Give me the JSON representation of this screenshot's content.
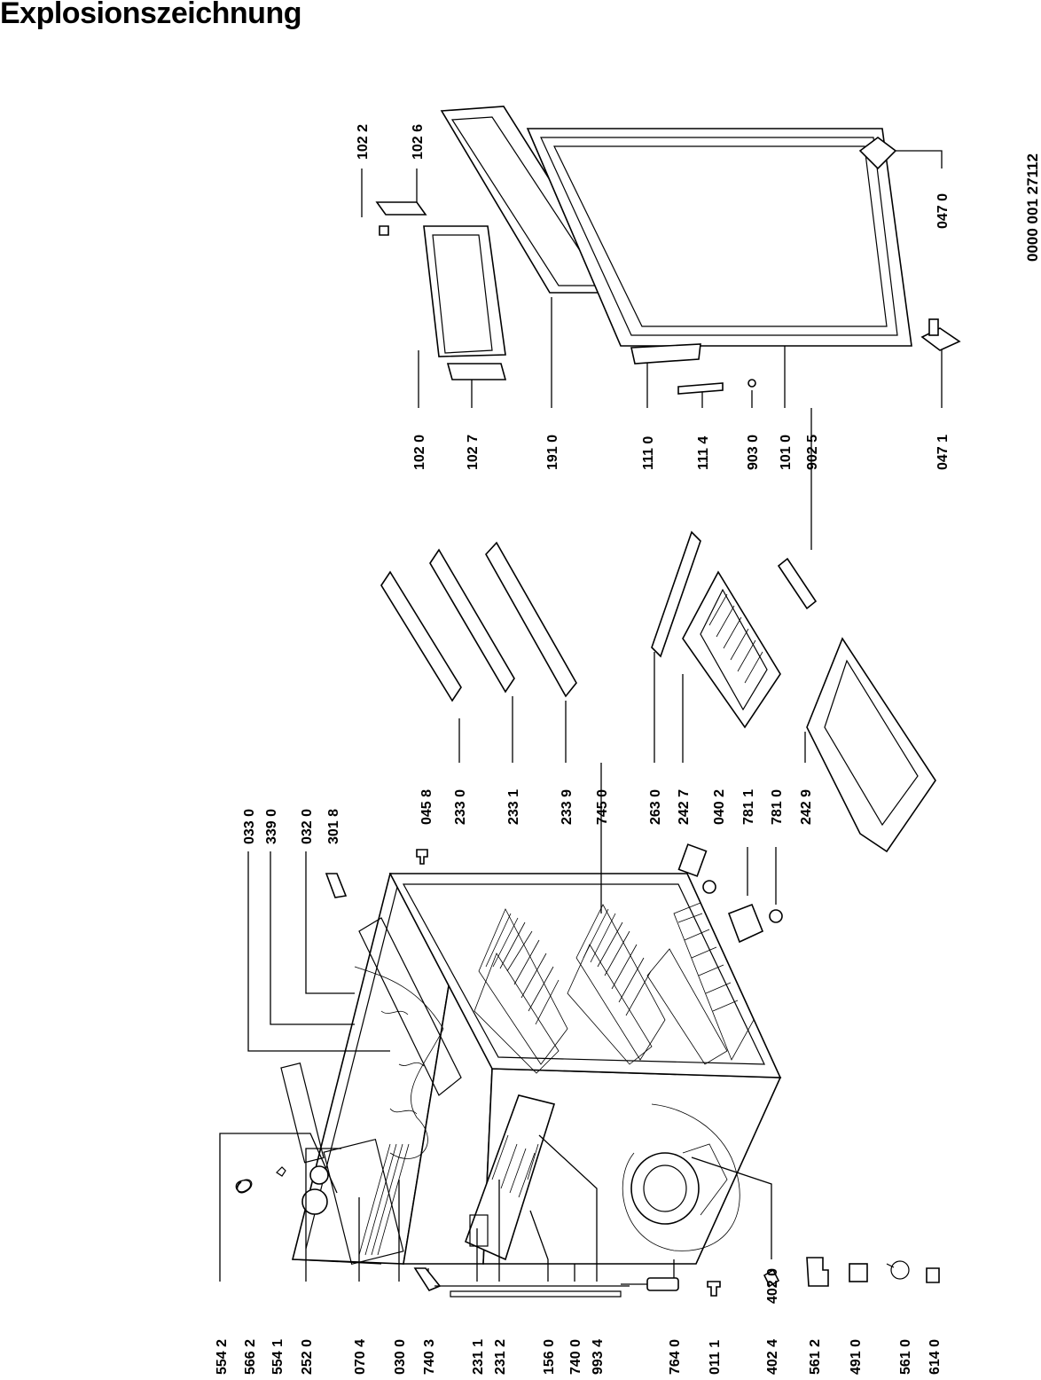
{
  "title": "Explosionszeichnung",
  "document_number": "0000 001 27112",
  "callouts": [
    {
      "id": "554-2",
      "label": "554 2"
    },
    {
      "id": "566-2",
      "label": "566 2"
    },
    {
      "id": "554-1",
      "label": "554 1"
    },
    {
      "id": "252-0",
      "label": "252 0"
    },
    {
      "id": "070-4",
      "label": "070 4"
    },
    {
      "id": "030-0",
      "label": "030 0"
    },
    {
      "id": "740-3",
      "label": "740 3"
    },
    {
      "id": "231-1",
      "label": "231 1"
    },
    {
      "id": "231-2",
      "label": "231 2"
    },
    {
      "id": "156-0",
      "label": "156 0"
    },
    {
      "id": "740-0",
      "label": "740 0"
    },
    {
      "id": "993-4",
      "label": "993 4"
    },
    {
      "id": "764-0",
      "label": "764 0"
    },
    {
      "id": "011-1",
      "label": "011 1"
    },
    {
      "id": "402-4",
      "label": "402 4"
    },
    {
      "id": "561-2",
      "label": "561 2"
    },
    {
      "id": "491-0",
      "label": "491 0"
    },
    {
      "id": "561-0",
      "label": "561 0"
    },
    {
      "id": "614-0",
      "label": "614 0"
    },
    {
      "id": "402-0",
      "label": "402 0"
    },
    {
      "id": "033-0",
      "label": "033 0"
    },
    {
      "id": "339-0",
      "label": "339 0"
    },
    {
      "id": "032-0",
      "label": "032 0"
    },
    {
      "id": "301-8",
      "label": "301 8"
    },
    {
      "id": "045-8",
      "label": "045 8"
    },
    {
      "id": "233-0",
      "label": "233 0"
    },
    {
      "id": "233-1",
      "label": "233 1"
    },
    {
      "id": "233-9",
      "label": "233 9"
    },
    {
      "id": "745-0",
      "label": "745 0"
    },
    {
      "id": "263-0",
      "label": "263 0"
    },
    {
      "id": "242-7",
      "label": "242 7"
    },
    {
      "id": "040-2",
      "label": "040 2"
    },
    {
      "id": "781-1",
      "label": "781 1"
    },
    {
      "id": "781-0",
      "label": "781 0"
    },
    {
      "id": "242-9",
      "label": "242 9"
    },
    {
      "id": "102-2",
      "label": "102 2"
    },
    {
      "id": "102-6",
      "label": "102 6"
    },
    {
      "id": "102-0",
      "label": "102 0"
    },
    {
      "id": "102-7",
      "label": "102 7"
    },
    {
      "id": "191-0",
      "label": "191 0"
    },
    {
      "id": "111-0",
      "label": "111 0"
    },
    {
      "id": "111-4",
      "label": "111 4"
    },
    {
      "id": "903-0",
      "label": "903 0"
    },
    {
      "id": "101-0",
      "label": "101 0"
    },
    {
      "id": "902-5",
      "label": "902 5"
    },
    {
      "id": "047-0",
      "label": "047 0"
    },
    {
      "id": "047-1",
      "label": "047 1"
    }
  ]
}
